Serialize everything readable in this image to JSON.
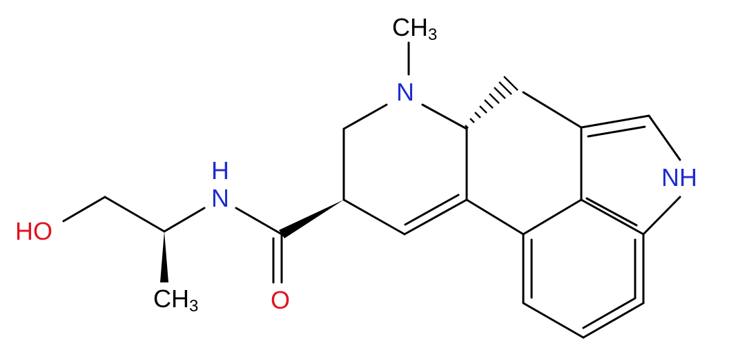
{
  "labels": {
    "methyl_top": {
      "main": "CH",
      "sub": "3"
    },
    "n_ring": "N",
    "nh_indole": "NH",
    "nh_amide": "N",
    "h_amide": "H",
    "hydroxyl": "HO",
    "methyl_side": {
      "main": "CH",
      "sub": "3"
    },
    "oxygen": "O"
  },
  "colors": {
    "bond": "#000000",
    "nitrogen": "#1f2bd1",
    "oxygen": "#e0131f",
    "carbon": "#000000"
  }
}
